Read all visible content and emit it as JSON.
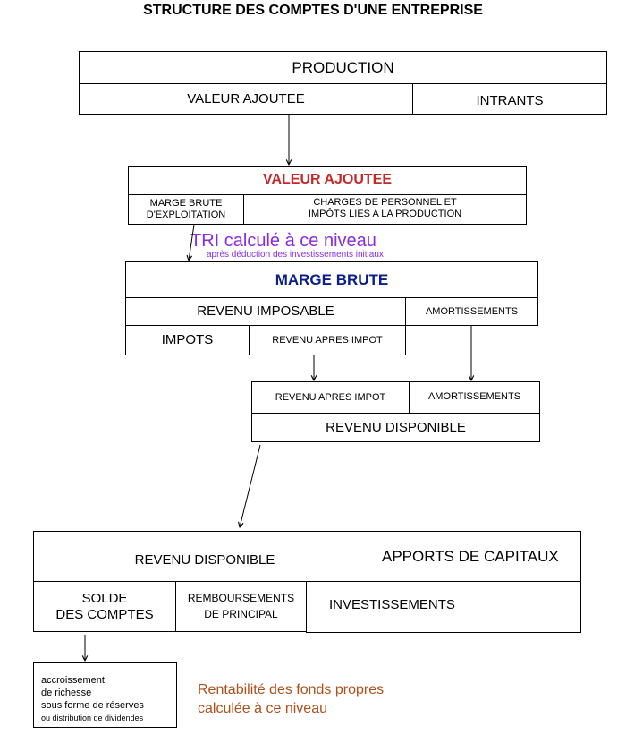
{
  "title": "STRUCTURE DES COMPTES D'UNE ENTREPRISE",
  "colors": {
    "red": "#c62828",
    "purple": "#8a2be2",
    "navy": "#0a1f8a",
    "brown": "#b0501a"
  },
  "box1": {
    "production": "PRODUCTION",
    "valeur_ajoutee": "VALEUR AJOUTEE",
    "intrants": "INTRANTS"
  },
  "box2": {
    "title": "VALEUR AJOUTEE",
    "marge_line1": "MARGE BRUTE",
    "marge_line2": "D'EXPLOITATION",
    "charges_line1": "CHARGES DE PERSONNEL ET",
    "charges_line2": "IMPÔTS LIES A LA PRODUCTION"
  },
  "tri": {
    "main": "TRI calculé à ce niveau",
    "sub": "après déduction des investissements initiaux"
  },
  "box3": {
    "title": "MARGE BRUTE",
    "revenu_imposable": "REVENU IMPOSABLE",
    "amortissements": "AMORTISSEMENTS",
    "impots": "IMPOTS",
    "revenu_apres_impot": "REVENU APRES IMPOT"
  },
  "box4": {
    "revenu_apres_impot": "REVENU APRES IMPOT",
    "amortissements": "AMORTISSEMENTS",
    "revenu_disponible": "REVENU DISPONIBLE"
  },
  "box5": {
    "revenu_disponible": "REVENU DISPONIBLE",
    "apports": "APPORTS DE CAPITAUX",
    "solde_line1": "SOLDE",
    "solde_line2": "DES COMPTES",
    "remb_line1": "REMBOURSEMENTS",
    "remb_line2": "DE PRINCIPAL",
    "investissements": "INVESTISSEMENTS"
  },
  "box6": {
    "line1": "accroissement",
    "line2": "de richesse",
    "line3": "sous forme de réserves",
    "line4": "ou distribution de dividendes"
  },
  "rentabilite": {
    "line1": "Rentabilité des fonds propres",
    "line2": "calculée à ce niveau"
  }
}
